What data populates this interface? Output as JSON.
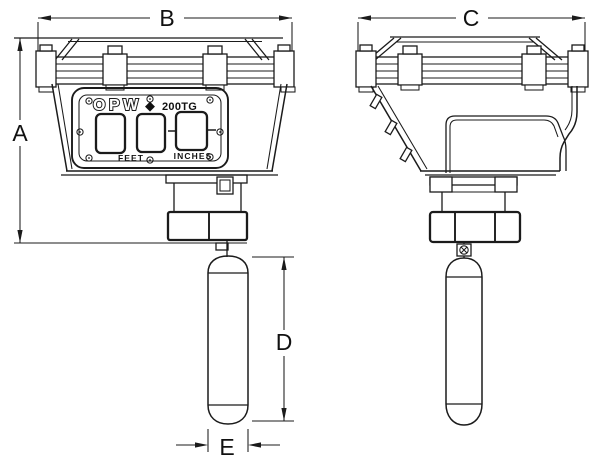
{
  "colors": {
    "line": "#1b1b1b",
    "background": "#ffffff"
  },
  "front_view": {
    "dim_height": "A",
    "dim_width": "B",
    "dim_float_length": "D",
    "dim_float_diameter": "E",
    "faceplate": {
      "brand": "OPW",
      "diamond": "◆",
      "model": "200TG",
      "label_feet": "FEET",
      "label_inches": "INCHES"
    }
  },
  "side_view": {
    "dim_width": "C"
  }
}
